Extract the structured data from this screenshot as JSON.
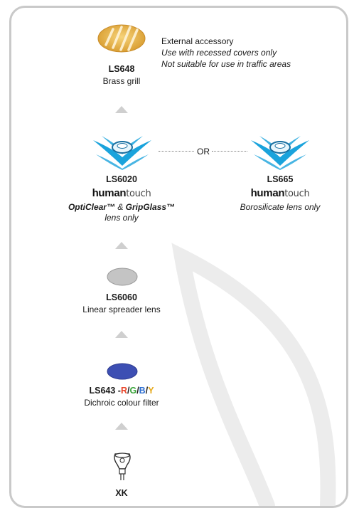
{
  "grill": {
    "code": "LS648",
    "name": "Brass grill",
    "note_title": "External accessory",
    "note_line1": "Use with recessed covers only",
    "note_line2": "Not suitable for use in traffic areas"
  },
  "lens_a": {
    "code": "LS6020",
    "brand_a": "human",
    "brand_b": "touch",
    "desc_part1": "OptiClear™",
    "desc_amp": " & ",
    "desc_part2": "GripGlass™",
    "desc_line2": "lens only"
  },
  "or_label": "OR",
  "lens_b": {
    "code": "LS665",
    "brand_a": "human",
    "brand_b": "touch",
    "desc": "Borosilicate lens only"
  },
  "spreader": {
    "code": "LS6060",
    "name": "Linear spreader lens"
  },
  "filter": {
    "code": "LS643 -",
    "r": "R",
    "g": "G",
    "b": "B",
    "y": "Y",
    "slash": "/",
    "name": "Dichroic colour filter",
    "colors": {
      "r": "#e8452b",
      "g": "#3aa53a",
      "b": "#2f6fd1",
      "y": "#e6a91c",
      "disc": "#3d4fb3"
    }
  },
  "lamp": {
    "code": "XK"
  }
}
